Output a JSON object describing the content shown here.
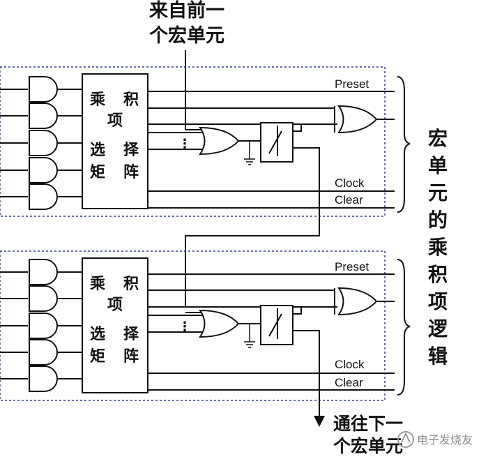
{
  "title_top": [
    "来自前一",
    "个宏单元"
  ],
  "side_caption": "宏单元的乘积项逻辑",
  "bottom_caption": [
    "通往下一",
    "个宏单元"
  ],
  "matrix_text": [
    "乘",
    "积",
    "项",
    "选",
    "择",
    "矩",
    "阵"
  ],
  "signals": {
    "preset": "Preset",
    "clock": "Clock",
    "clear": "Clear"
  },
  "dots": "⋮",
  "watermark": "电子发烧友"
}
